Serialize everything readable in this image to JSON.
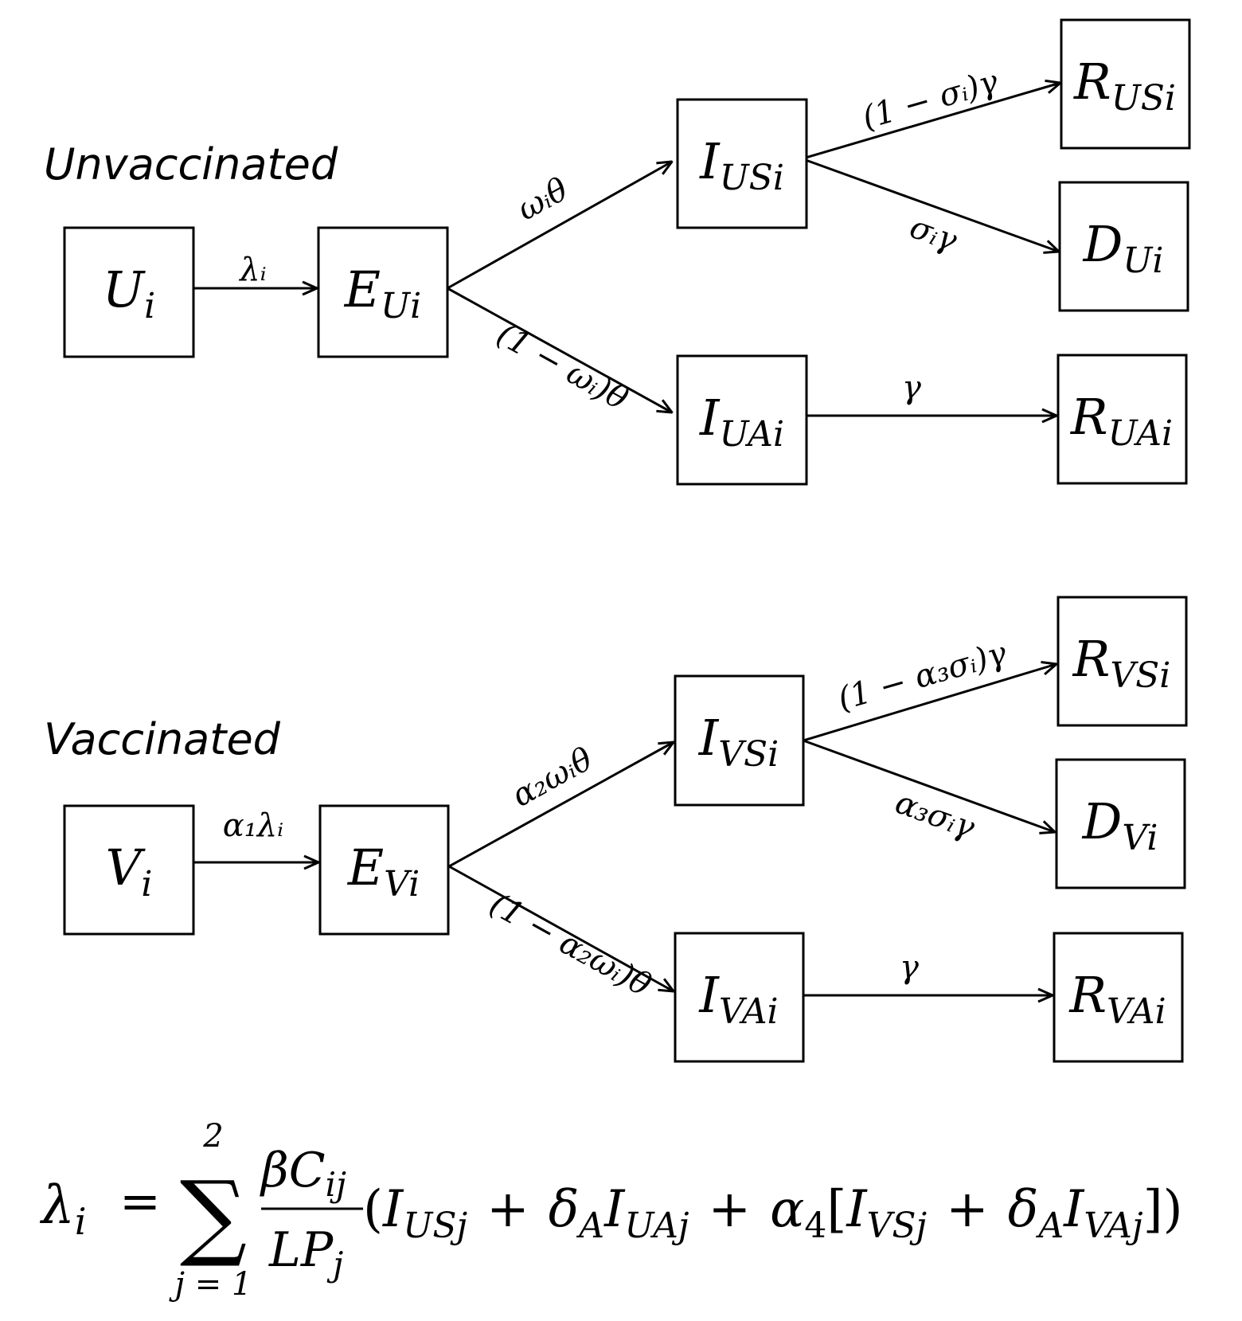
{
  "groups": {
    "unvaccinated": "Unvaccinated",
    "vaccinated": "Vaccinated"
  },
  "nodes": {
    "U": {
      "main": "U",
      "sub": "i"
    },
    "EU": {
      "main": "E",
      "sub": "Ui"
    },
    "IUS": {
      "main": "I",
      "sub": "USi"
    },
    "IUA": {
      "main": "I",
      "sub": "UAi"
    },
    "RUS": {
      "main": "R",
      "sub": "USi"
    },
    "DU": {
      "main": "D",
      "sub": "Ui"
    },
    "RUA": {
      "main": "R",
      "sub": "UAi"
    },
    "V": {
      "main": "V",
      "sub": "i"
    },
    "EV": {
      "main": "E",
      "sub": "Vi"
    },
    "IVS": {
      "main": "I",
      "sub": "VSi"
    },
    "IVA": {
      "main": "I",
      "sub": "VAi"
    },
    "RVS": {
      "main": "R",
      "sub": "VSi"
    },
    "DV": {
      "main": "D",
      "sub": "Vi"
    },
    "RVA": {
      "main": "R",
      "sub": "VAi"
    }
  },
  "edges": {
    "u_e": "λᵢ",
    "eu_ius": "ωᵢθ",
    "eu_iua": "(1 − ωᵢ)θ",
    "ius_rus": "(1 − σᵢ)γ",
    "ius_du": "σᵢγ",
    "iua_rua": "γ",
    "v_e": "α₁λᵢ",
    "ev_ivs": "α₂ωᵢθ",
    "ev_iva": "(1 − α₂ωᵢ)θ",
    "ivs_rvs": "(1 − α₃σᵢ)γ",
    "ivs_dv": "α₃σᵢγ",
    "iva_rva": "γ"
  },
  "formula": {
    "lhs": "λ",
    "lhs_sub": "i",
    "eq": "=",
    "sum": "∑",
    "sum_upper": "2",
    "sum_lower": "j = 1",
    "numerator": "βC",
    "numerator_sub": "ij",
    "denominator": "LP",
    "denominator_sub": "j",
    "open_paren": "(",
    "t1": "I",
    "t1_sub": "USj",
    "plus1": "+",
    "t2_coef": "δ",
    "t2_coef_sub": "A",
    "t2": "I",
    "t2_sub": "UAj",
    "plus2": "+",
    "t3_coef": "α",
    "t3_coef_sub": "4",
    "open_bracket": "[",
    "t3": "I",
    "t3_sub": "VSj",
    "plus3": "+",
    "t4_coef": "δ",
    "t4_coef_sub": "A",
    "t4": "I",
    "t4_sub": "VAj",
    "close": "])"
  }
}
